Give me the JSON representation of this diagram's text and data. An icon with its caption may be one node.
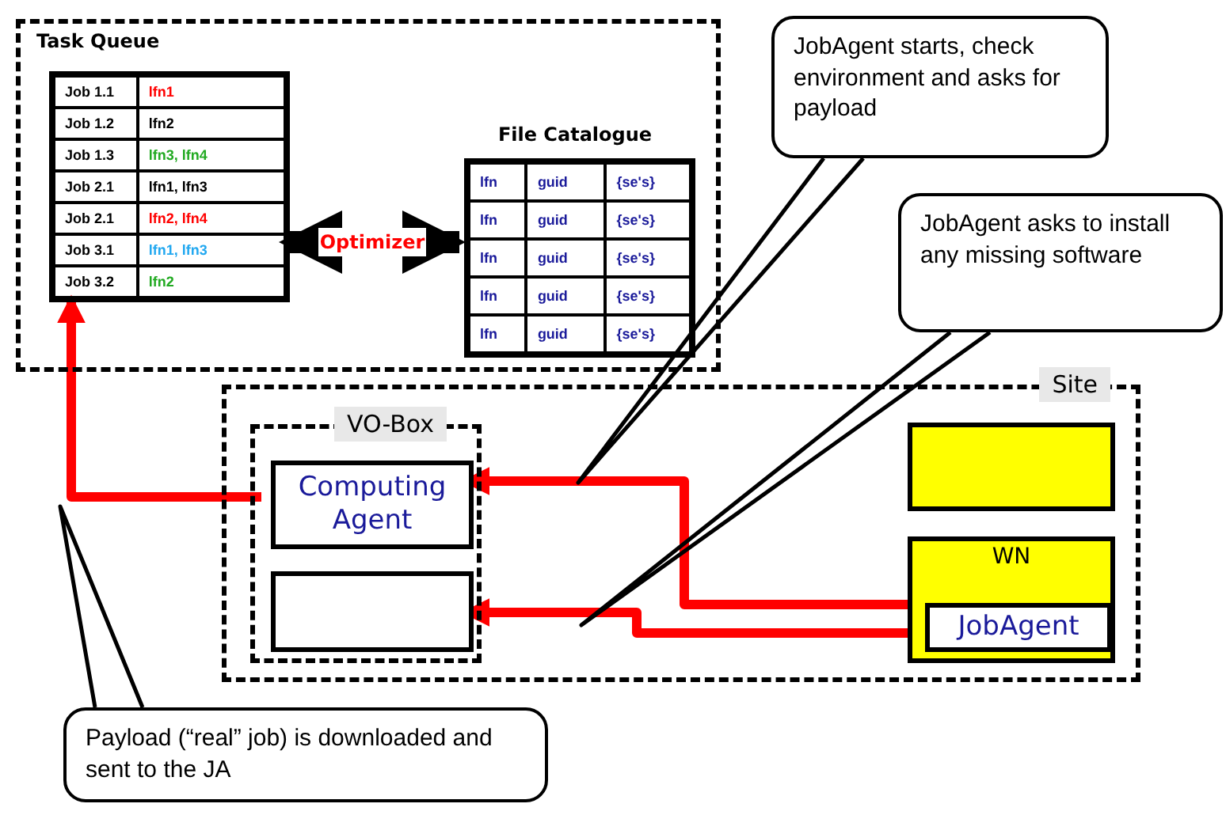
{
  "diagram": {
    "nodes": [
      {
        "text": [
          "Task Queue"
        ]
      },
      {
        "text": [],
        "shape": "box",
        "in": 0
      },
      {
        "text": [
          "File Catalogue"
        ],
        "in": 0
      },
      {
        "text": [
          "Site"
        ]
      },
      {
        "text": [
          "VO-Box"
        ],
        "in": 3
      },
      {
        "text": [
          "Computing Agent"
        ],
        "in": 4
      },
      {
        "text": [],
        "shape": "box",
        "in": 4
      },
      {
        "text": [],
        "shape": "box",
        "in": 3
      },
      {
        "text": [
          "WN"
        ],
        "in": 3
      },
      {
        "text": [
          "JobAgent"
        ],
        "in": 8
      },
      {
        "text": [
          "JobAgent starts, check environment and asks for payload"
        ]
      },
      {
        "text": [
          "JobAgent asks to install any missing software"
        ]
      },
      {
        "text": [
          "Payload (“real” job) is downloaded and sent to the JA"
        ]
      }
    ],
    "edges": [
      {
        "from": 1,
        "to": 2,
        "arrow": "both",
        "label": "Optimizer",
        "style": "thick"
      },
      {
        "from": 5,
        "to": 1,
        "arrow": "to",
        "color": "#ff0000"
      },
      {
        "from": 9,
        "to": 5,
        "arrow": "to",
        "color": "#ff0000"
      },
      {
        "from": 9,
        "to": 6,
        "arrow": "to",
        "color": "#ff0000"
      },
      {
        "from": 10,
        "to": null,
        "arrow": "none"
      },
      {
        "from": 11,
        "to": null,
        "arrow": "none"
      },
      {
        "from": 12,
        "to": null,
        "arrow": "none"
      }
    ],
    "labels": [
      "Job 1.1",
      "lfn1",
      "Job 1.2",
      "lfn2",
      "Job 1.3",
      "lfn3, lfn4",
      "Job 2.1",
      "lfn1, lfn3",
      "Job 2.1",
      "lfn2, lfn4",
      "Job 3.1",
      "lfn1, lfn3",
      "Job 3.2",
      "lfn2",
      "lfn",
      "guid",
      "{se's}",
      "lfn",
      "guid",
      "{se's}",
      "lfn",
      "guid",
      "{se's}",
      "lfn",
      "guid",
      "{se's}",
      "lfn",
      "guid",
      "{se's}"
    ]
  }
}
